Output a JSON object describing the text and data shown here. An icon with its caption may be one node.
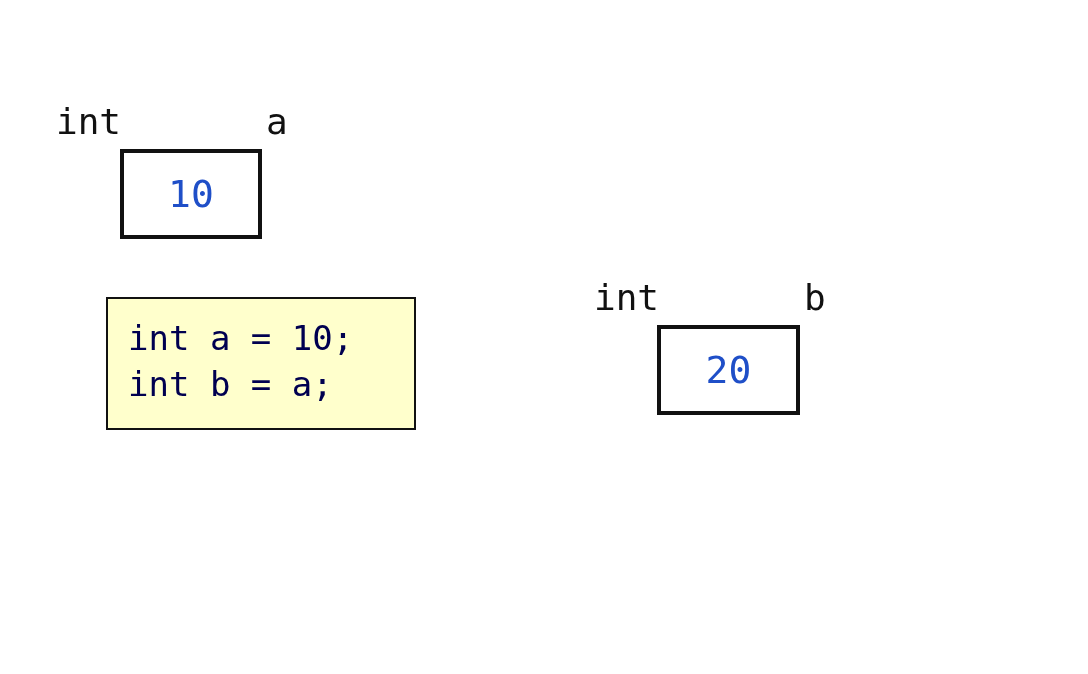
{
  "diagram": {
    "nodes": [
      {
        "text": [
          "10"
        ],
        "beside": [
          "int",
          "a"
        ]
      },
      {
        "text": [
          "int a = 10;",
          "int b = a;"
        ]
      },
      {
        "text": [
          "20"
        ],
        "beside": [
          "int",
          "b"
        ]
      }
    ],
    "edges": []
  }
}
